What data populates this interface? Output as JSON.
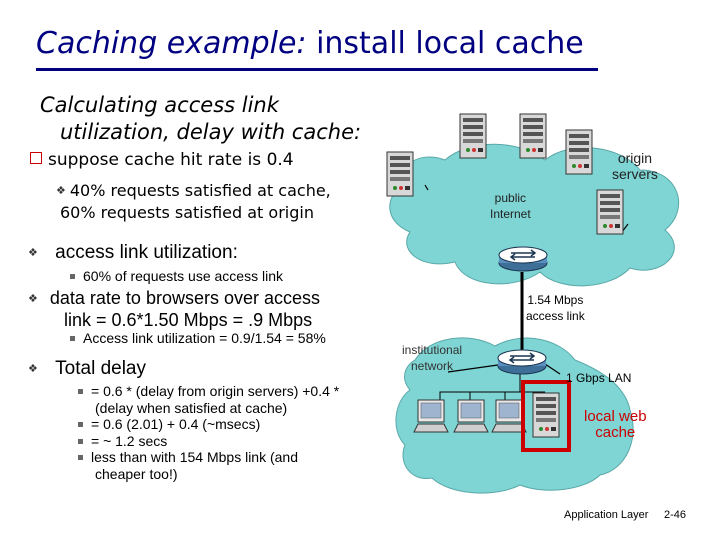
{
  "slide": {
    "title_part1": "Caching example:",
    "title_part2": " install local cache",
    "subtitle_line1": "Calculating access link",
    "subtitle_line2": "  utilization, delay with cache:",
    "bullet_cache": "suppose cache hit rate is 0.4",
    "sub_bullet_line1": "40% requests satisfied at cache,",
    "sub_bullet_line2": "60% requests satisfied at origin",
    "bullet_access": "access link utilization:",
    "access_sub": "60% of requests use access link",
    "bullet_rate_line1": "data rate to browsers over access",
    "bullet_rate_line2": "link = 0.6*1.50 Mbps = .9 Mbps",
    "rate_sub": "Access link utilization = 0.9/1.54 = 58%",
    "bullet_delay": "Total delay",
    "delay_items": [
      "= 0.6 * (delay from origin servers) +0.4 *",
      "(delay when satisfied at cache)",
      "= 0.6 (2.01) + 0.4 (~msecs)",
      "= ~ 1.2 secs",
      "less than with 154 Mbps link (and",
      "cheaper too!)"
    ]
  },
  "diagram": {
    "origin_line1": "origin",
    "origin_line2": "servers",
    "internet_line1": "public",
    "internet_line2": "Internet",
    "access_link_line1": "1.54 Mbps",
    "access_link_line2": "access link",
    "inst_line1": "institutional",
    "inst_line2": "network",
    "lan": "1 Gbps LAN",
    "cache_line1": "local web",
    "cache_line2": "cache"
  },
  "footer": {
    "section": "Application Layer",
    "page": "2-46"
  },
  "colors": {
    "title": "#000080",
    "cloud": "#7fd4d4",
    "accent_red": "#cc0000"
  }
}
